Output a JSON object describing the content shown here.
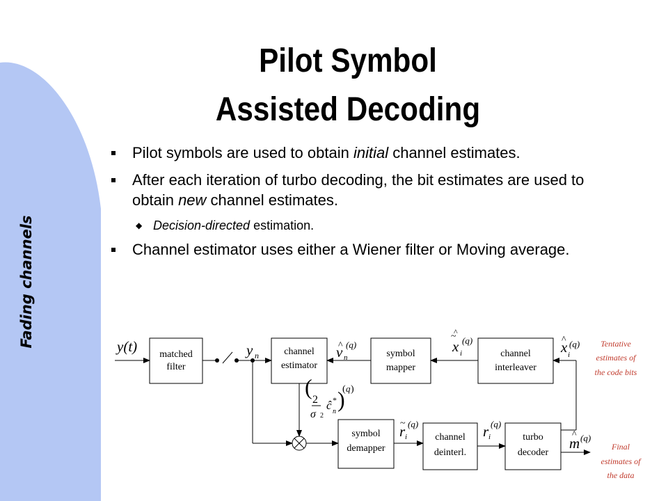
{
  "sidebar": {
    "label": "Fading channels",
    "accent_color": "#b4c7f4"
  },
  "title": {
    "line1": "Pilot Symbol",
    "line2": "Assisted Decoding"
  },
  "bullets": {
    "b1": {
      "pre": "Pilot symbols are used to obtain ",
      "em": "initial",
      "post": " channel estimates."
    },
    "b2": {
      "pre": "After each iteration of turbo decoding, the bit estimates are used to obtain ",
      "em": "new",
      "post": " channel estimates."
    },
    "b2_sub": {
      "em": "Decision-directed",
      "post": " estimation."
    },
    "b3": {
      "text": "Channel estimator uses either a Wiener filter or Moving average."
    }
  },
  "diagram": {
    "blocks": {
      "matched_filter": [
        "matched",
        "filter"
      ],
      "channel_estimator": [
        "channel",
        "estimator"
      ],
      "symbol_mapper": [
        "symbol",
        "mapper"
      ],
      "channel_interleaver": [
        "channel",
        "interleaver"
      ],
      "symbol_demapper": [
        "symbol",
        "demapper"
      ],
      "channel_deinterleaver": [
        "channel",
        "deinterl."
      ],
      "turbo_decoder": [
        "turbo",
        "decoder"
      ]
    },
    "annotations": {
      "tentative": [
        "Tentative",
        "estimates of",
        "the code bits"
      ],
      "final": [
        "Final",
        "estimates of",
        "the data"
      ]
    },
    "annotation_color": "#c0392b"
  }
}
